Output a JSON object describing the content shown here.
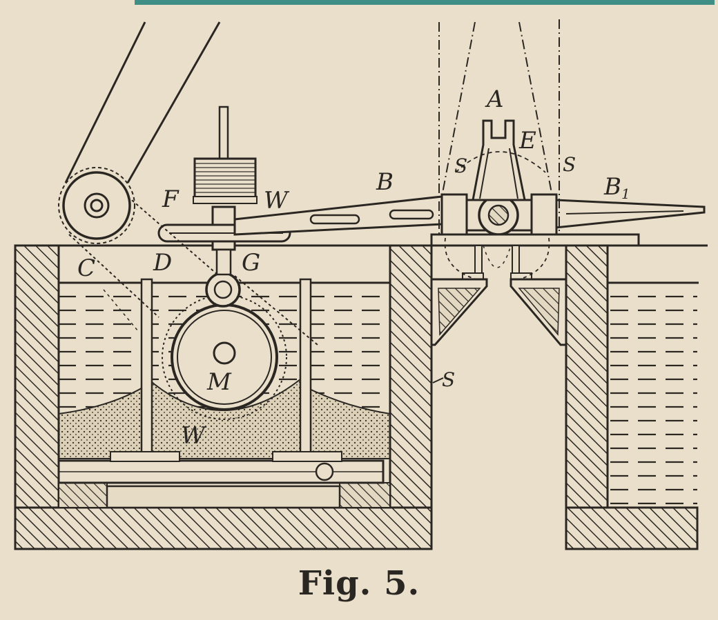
{
  "figure": {
    "caption": "Fig. 5."
  },
  "labels": {
    "A": "A",
    "B": "B",
    "B1": "B",
    "B1_sub": "1",
    "C": "C",
    "D": "D",
    "E": "E",
    "F": "F",
    "G": "G",
    "M": "M",
    "S_left": "S",
    "S_right": "S",
    "S_frame": "S",
    "W_top": "W",
    "W_bottom": "W"
  },
  "colors": {
    "paper": "#e9dfca",
    "ink": "#2a2622",
    "accent_top_strip": "#3f8f86"
  }
}
